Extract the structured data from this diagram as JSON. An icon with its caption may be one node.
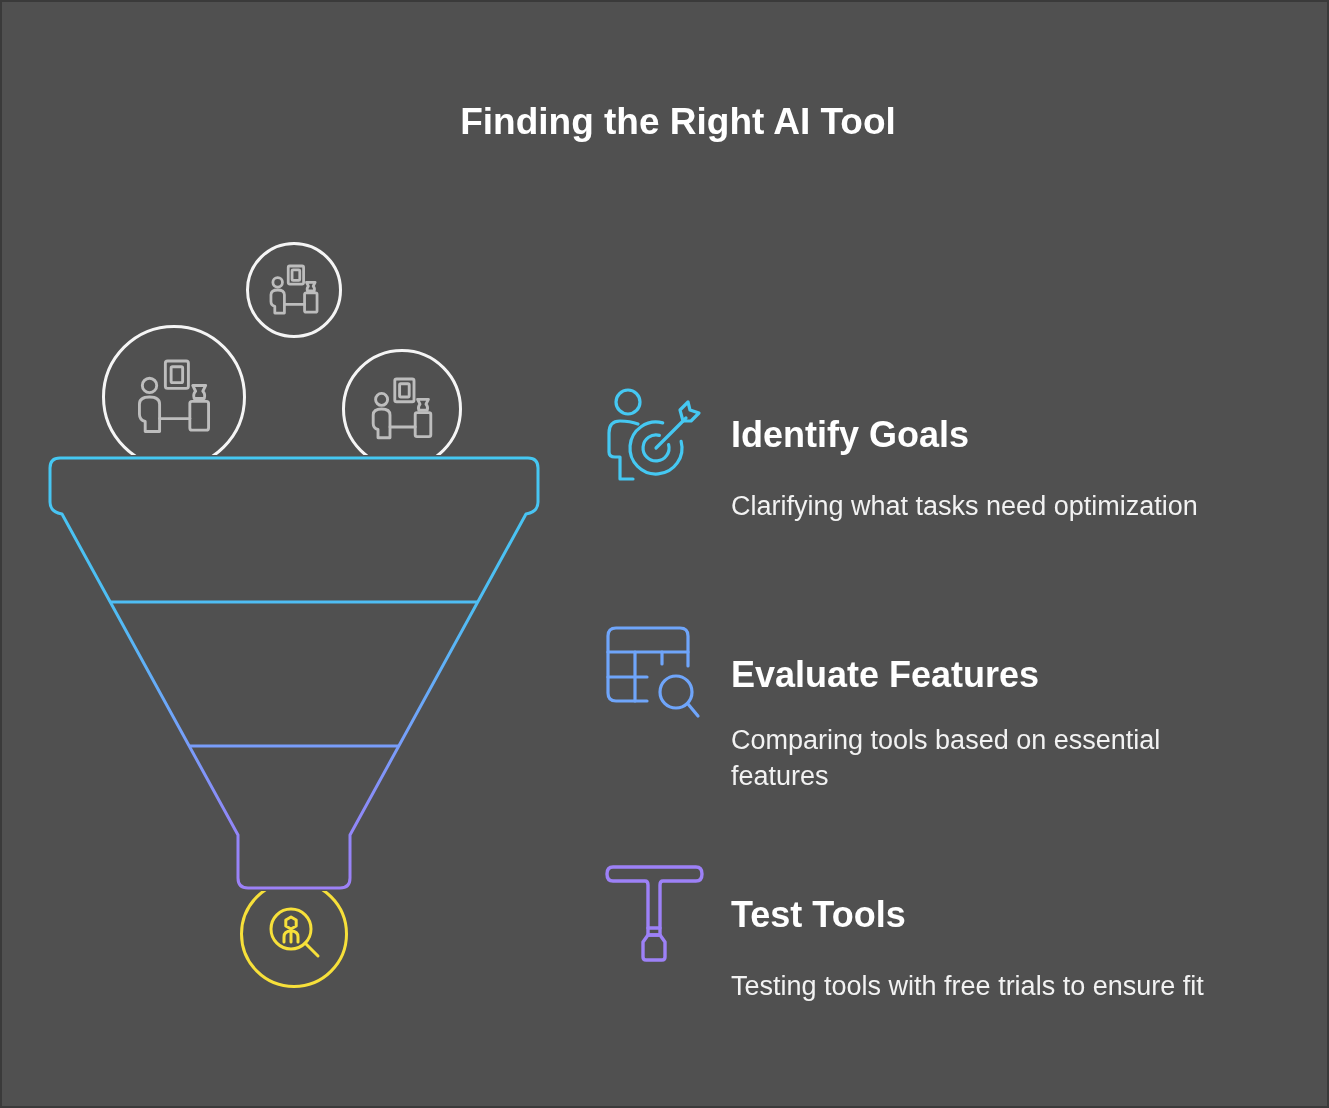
{
  "diagram": {
    "title": "Finding the Right AI Tool",
    "labels": [
      "Identify Goals",
      "Clarifying what tasks need optimization",
      "Evaluate Features",
      "Comparing tools based on essential features",
      "Test Tools",
      "Testing tools with free trials to ensure fit"
    ]
  }
}
